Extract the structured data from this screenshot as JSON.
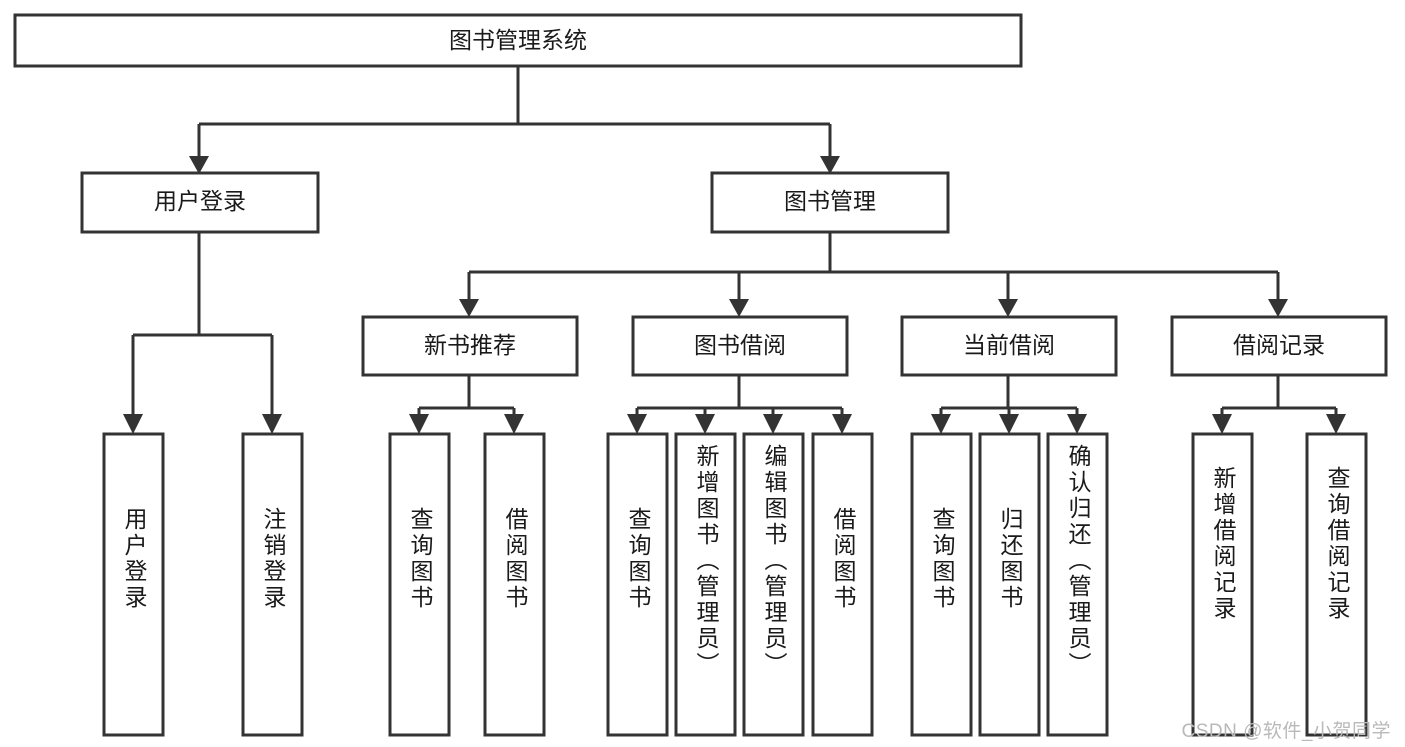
{
  "diagram": {
    "title": "图书管理系统",
    "type": "hierarchy-tree",
    "root": {
      "label": "图书管理系统",
      "orientation": "horizontal"
    },
    "level2": [
      {
        "label": "用户登录",
        "orientation": "horizontal"
      },
      {
        "label": "图书管理",
        "orientation": "horizontal"
      }
    ],
    "level3": [
      {
        "label": "新书推荐",
        "orientation": "horizontal"
      },
      {
        "label": "图书借阅",
        "orientation": "horizontal"
      },
      {
        "label": "当前借阅",
        "orientation": "horizontal"
      },
      {
        "label": "借阅记录",
        "orientation": "horizontal"
      }
    ],
    "leaves": {
      "user_login": [
        {
          "label": "用户登录",
          "orientation": "vertical"
        },
        {
          "label": "注销登录",
          "orientation": "vertical"
        }
      ],
      "new_book_recommend": [
        {
          "label": "查询图书",
          "orientation": "vertical"
        },
        {
          "label": "借阅图书",
          "orientation": "vertical"
        }
      ],
      "book_borrow": [
        {
          "label": "查询图书",
          "orientation": "vertical"
        },
        {
          "label": "新增图书（管理员）",
          "orientation": "vertical"
        },
        {
          "label": "编辑图书（管理员）",
          "orientation": "vertical"
        },
        {
          "label": "借阅图书",
          "orientation": "vertical"
        }
      ],
      "current_borrow": [
        {
          "label": "查询图书",
          "orientation": "vertical"
        },
        {
          "label": "归还图书",
          "orientation": "vertical"
        },
        {
          "label": "确认归还（管理员）",
          "orientation": "vertical"
        }
      ],
      "borrow_record": [
        {
          "label": "新增借阅记录",
          "orientation": "vertical"
        },
        {
          "label": "查询借阅记录",
          "orientation": "vertical"
        }
      ]
    },
    "colors": {
      "box_stroke": "#333333",
      "box_fill": "#ffffff",
      "connector": "#333333",
      "text": "#1a1a1a",
      "watermark": "#b9b9b9",
      "background": "#ffffff"
    }
  },
  "watermark": {
    "text": "CSDN @软件_小贺同学"
  }
}
